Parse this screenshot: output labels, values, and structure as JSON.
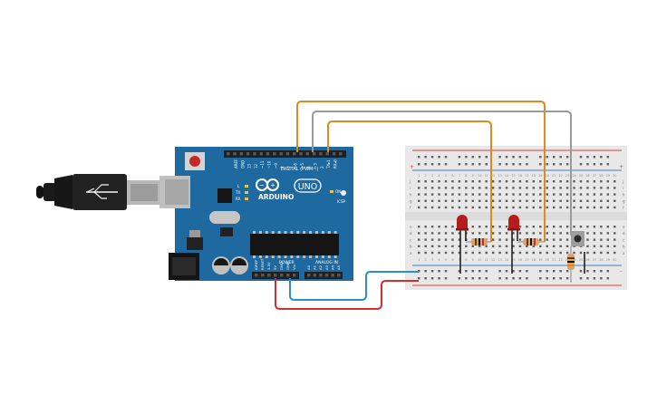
{
  "board": {
    "brand": "ARDUINO",
    "model": "UNO",
    "digital_label": "DIGITAL (PWM~)",
    "power_label": "POWER",
    "analog_label": "ANALOG IN",
    "icsp_label": "ICSP",
    "on_label": "ON",
    "tx_label": "TX",
    "rx_label": "RX",
    "l_label": "L",
    "aref_label": "AREF",
    "gnd_label": "GND",
    "digital_pins": [
      "13",
      "12",
      "~11",
      "~10",
      "~9",
      "8",
      "7",
      "~6",
      "~5",
      "4",
      "~3",
      "2",
      "TX▸1",
      "RX◂0"
    ],
    "power_pins": [
      "IOREF",
      "RESET",
      "3.3V",
      "5V",
      "GND",
      "GND",
      "Vin"
    ],
    "analog_pins": [
      "A0",
      "A1",
      "A2",
      "A3",
      "A4",
      "A5"
    ]
  },
  "breadboard": {
    "row_letters_top": [
      "j",
      "i",
      "h",
      "g",
      "f"
    ],
    "row_letters_bottom": [
      "e",
      "d",
      "c",
      "b",
      "a"
    ],
    "rail_plus": "+",
    "rail_minus": "-",
    "column_numbers": [
      "1",
      "2",
      "3",
      "4",
      "5",
      "6",
      "7",
      "8",
      "9",
      "10",
      "11",
      "12",
      "13",
      "14",
      "15",
      "16",
      "17",
      "18",
      "19",
      "20",
      "21",
      "22",
      "23",
      "24",
      "25",
      "26",
      "27",
      "28",
      "29",
      "30"
    ]
  },
  "colors": {
    "board": "#1e6aa0",
    "board_dark": "#14507b",
    "header": "#202020",
    "wire_orange": "#e08a1e",
    "wire_gray": "#9a9a9a",
    "wire_red": "#d23030",
    "wire_blue": "#2a90c8",
    "led_red": "#b51d1d",
    "breadboard": "#e8e8e8",
    "rail_red": "#d94040",
    "rail_blue": "#3c7fc4"
  },
  "components": {
    "leds": [
      "led-1",
      "led-2"
    ],
    "resistors": [
      "resistor-1",
      "resistor-2",
      "resistor-3"
    ],
    "button": "push-button"
  }
}
